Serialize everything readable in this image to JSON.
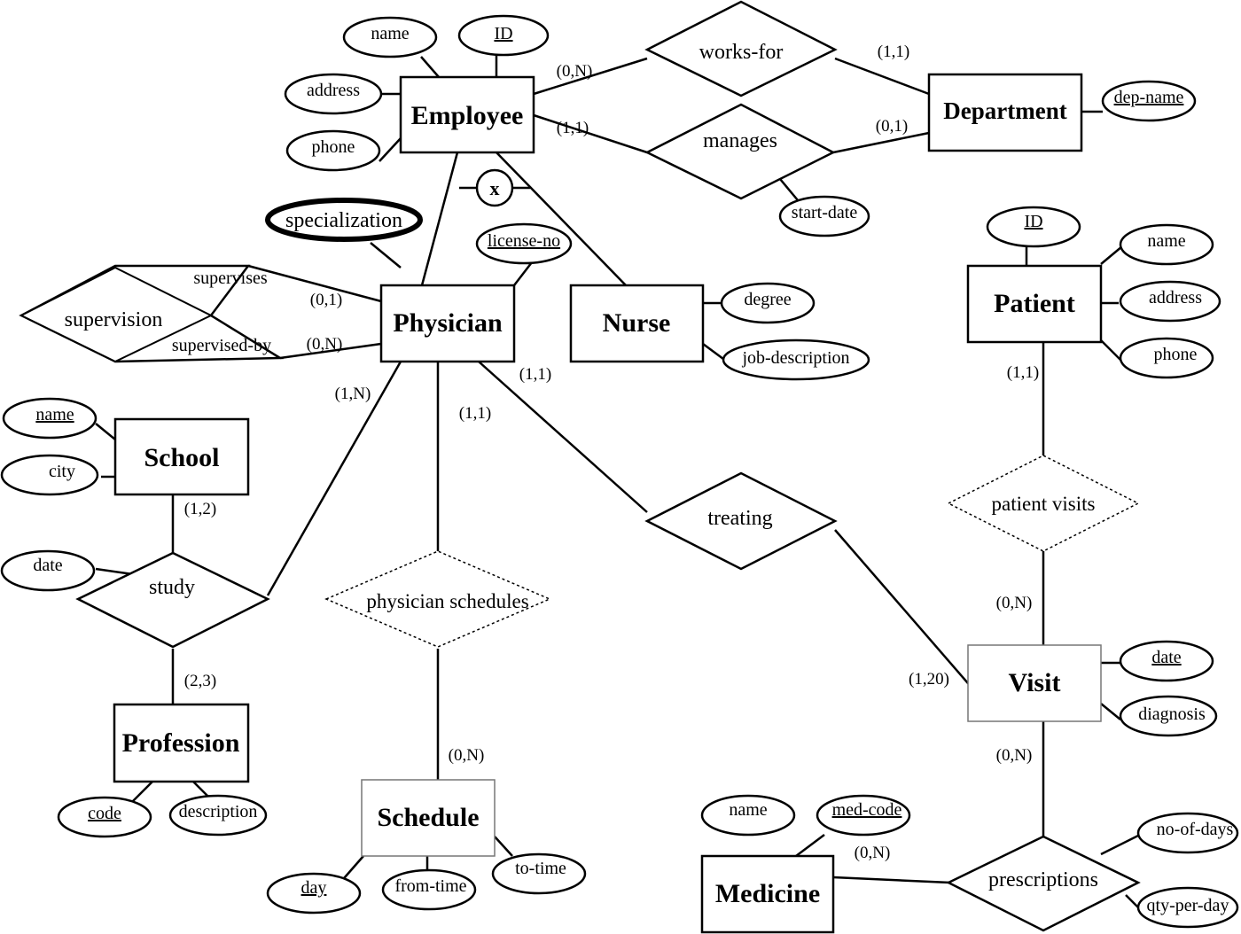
{
  "entities": {
    "employee": "Employee",
    "department": "Department",
    "physician": "Physician",
    "nurse": "Nurse",
    "patient": "Patient",
    "school": "School",
    "profession": "Profession",
    "schedule": "Schedule",
    "visit": "Visit",
    "medicine": "Medicine"
  },
  "relationships": {
    "works_for": "works-for",
    "manages": "manages",
    "supervision": "supervision",
    "study": "study",
    "physician_schedules": "physician schedules",
    "treating": "treating",
    "patient_visits": "patient visits",
    "prescriptions": "prescriptions"
  },
  "role_labels": {
    "supervises": "supervises",
    "supervised_by": "supervised-by"
  },
  "disjoint_marker": "x",
  "attributes": {
    "employee_name": "name",
    "employee_id": "ID",
    "employee_address": "address",
    "employee_phone": "phone",
    "department_dep_name": "dep-name",
    "manages_start_date": "start-date",
    "physician_specialization": "specialization",
    "physician_license_no": "license-no",
    "nurse_degree": "degree",
    "nurse_job_description": "job-description",
    "patient_id": "ID",
    "patient_name": "name",
    "patient_address": "address",
    "patient_phone": "phone",
    "school_name": "name",
    "school_city": "city",
    "study_date": "date",
    "profession_code": "code",
    "profession_description": "description",
    "schedule_day": "day",
    "schedule_from_time": "from-time",
    "schedule_to_time": "to-time",
    "visit_date": "date",
    "visit_diagnosis": "diagnosis",
    "medicine_name": "name",
    "medicine_med_code": "med-code",
    "prescriptions_no_of_days": "no-of-days",
    "prescriptions_qty_per_day": "qty-per-day"
  },
  "cardinalities": {
    "employee_works_for": "(0,N)",
    "department_works_for": "(1,1)",
    "employee_manages": "(1,1)",
    "department_manages": "(0,1)",
    "physician_supervises": "(0,1)",
    "physician_supervised_by": "(0,N)",
    "physician_study": "(1,N)",
    "physician_schedules": "(1,1)",
    "physician_treating": "(1,1)",
    "school_study": "(1,2)",
    "profession_study": "(2,3)",
    "schedule_physician": "(0,N)",
    "patient_visits": "(1,1)",
    "visit_patient": "(0,N)",
    "visit_treating": "(1,20)",
    "visit_prescriptions": "(0,N)",
    "medicine_prescriptions": "(0,N)"
  }
}
